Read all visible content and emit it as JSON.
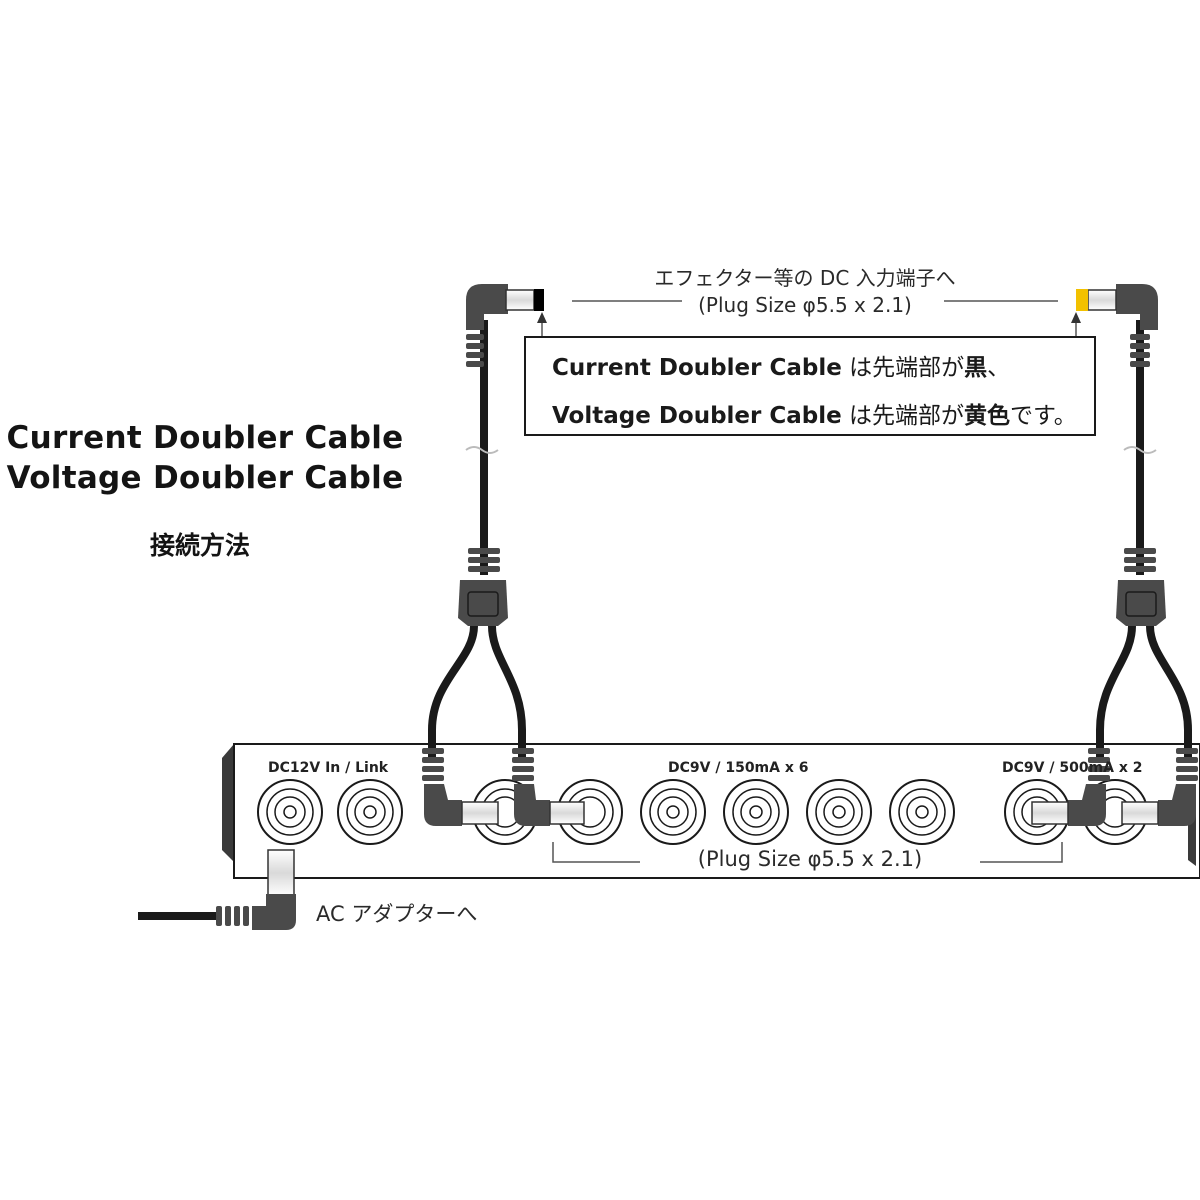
{
  "title": {
    "line1": "Current Doubler Cable",
    "line2": "Voltage Doubler Cable",
    "subtitle": "接続方法"
  },
  "top_label": {
    "line1": "エフェクター等の DC 入力端子へ",
    "line2": "(Plug Size  φ5.5 x 2.1)"
  },
  "note": {
    "line1_cable": "Current Doubler Cable",
    "line1_mid": " は先端部が",
    "line1_color": "黒",
    "line1_end": "、",
    "line2_cable": "Voltage Doubler Cable",
    "line2_mid": " は先端部が",
    "line2_color": "黄色",
    "line2_end": "です。"
  },
  "unit": {
    "port_group_1": "DC12V In / Link",
    "port_group_2": "DC9V / 150mA x 6",
    "port_group_3": "DC9V / 500mA x 2",
    "bottom_label": "(Plug Size  φ5.5 x 2.1)",
    "adapter_label": "AC アダプターへ"
  },
  "colors": {
    "plug_tip_current": "#000000",
    "plug_tip_voltage": "#f2c100",
    "plug_body": "#4a4a4a",
    "cable": "#1a1a1a",
    "outline": "#1a1a1a"
  }
}
